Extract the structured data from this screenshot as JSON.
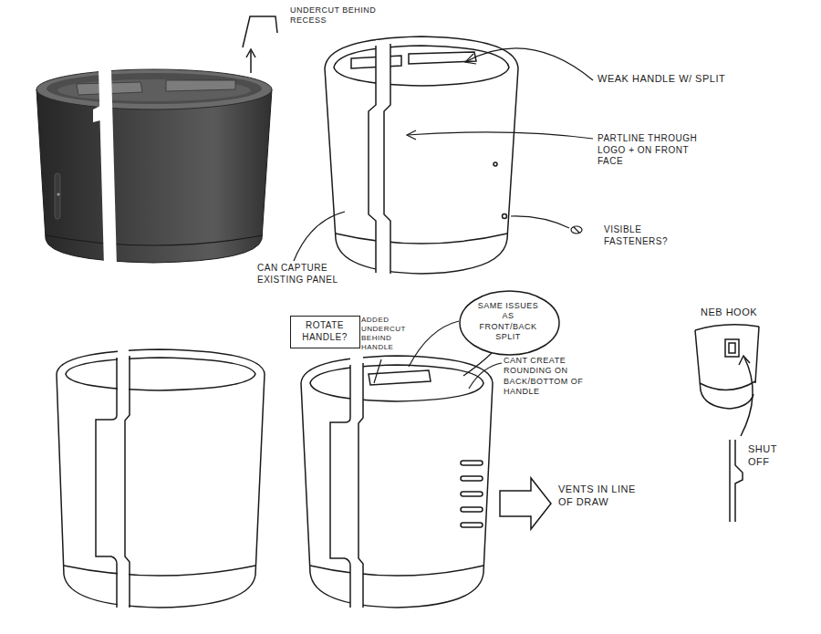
{
  "diagram": {
    "nodes": [
      {
        "text": [
          "ROTATE HANDLE?"
        ]
      },
      {
        "text": [
          "SAME ISSUES AS FRONT/BACK SPLIT"
        ]
      }
    ],
    "labels": [
      "UNDERCUT BEHIND RECESS",
      "WEAK HANDLE W/ SPLIT",
      "PARTLINE THROUGH LOGO + ON FRONT FACE",
      "VISIBLE FASTENERS?",
      "CAN CAPTURE EXISTING PANEL",
      "ADDED UNDERCUT BEHIND HANDLE",
      "CANT CREATE ROUNDING ON BACK/BOTTOM OF HANDLE",
      "VENTS IN LINE OF DRAW",
      "NEB HOOK",
      "SHUT OFF"
    ]
  }
}
